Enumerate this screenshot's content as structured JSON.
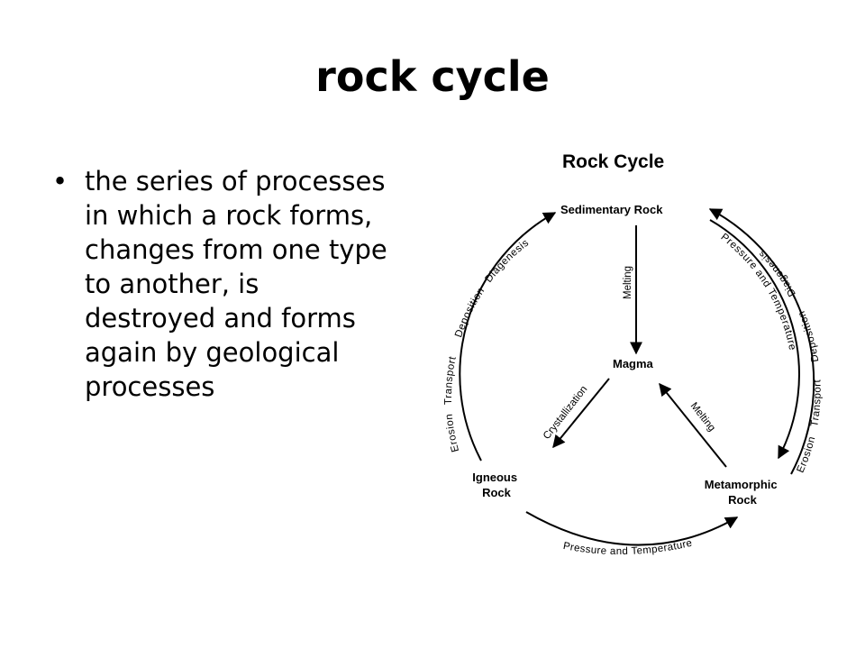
{
  "slide": {
    "title": "rock cycle",
    "bullets": [
      "the series of processes in which a rock forms, changes from one type to another, is destroyed and forms again by geological processes"
    ]
  },
  "diagram": {
    "title": "Rock Cycle",
    "nodes": {
      "sedimentary": "Sedimentary Rock",
      "magma": "Magma",
      "igneous_line1": "Igneous",
      "igneous_line2": "Rock",
      "metamorphic_line1": "Metamorphic",
      "metamorphic_line2": "Rock"
    },
    "processes": {
      "left_arc": [
        "Erosion",
        "Transport",
        "Deposition",
        "Diagenesis"
      ],
      "right_outer_arc": [
        "Erosion",
        "Transport",
        "Deposition",
        "Diagenesis"
      ],
      "right_inner_arc": "Pressure and Temperature",
      "bottom_arc": "Pressure and Temperature",
      "sedimentary_to_magma": "Melting",
      "magma_to_igneous": "Crystallization",
      "metamorphic_to_magma": "Melting"
    }
  }
}
